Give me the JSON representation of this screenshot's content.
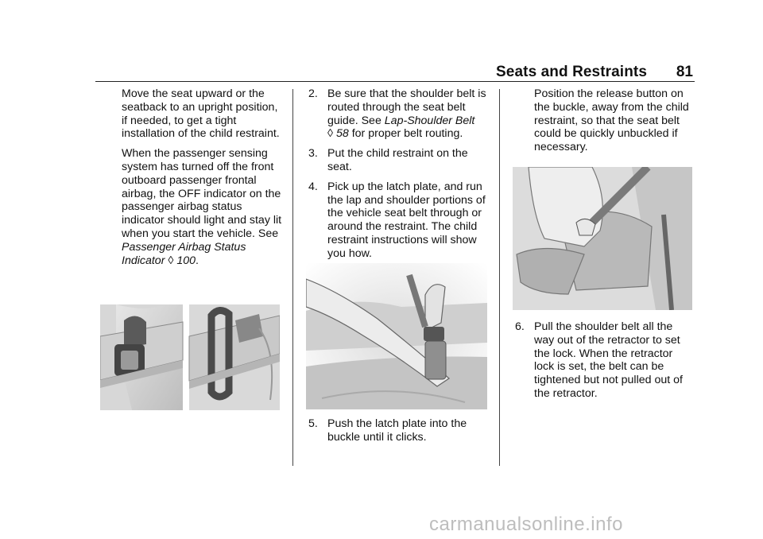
{
  "header": {
    "section_title": "Seats and Restraints",
    "page_number": "81"
  },
  "left_column": {
    "para1": "Move the seat upward or the seatback to an upright position, if needed, to get a tight installation of the child restraint.",
    "para2_text": "When the passenger sensing system has turned off the front outboard passenger frontal airbag, the OFF indicator on the passenger airbag status indicator should light and stay lit when you start the vehicle. See",
    "para2_link": "Passenger Airbag Status Indicator",
    "para2_ref_symbol": "◊",
    "para2_ref_page": "100",
    "para2_end": "."
  },
  "middle_column": {
    "step2_num": "2.",
    "step2_text": "Be sure that the shoulder belt is routed through the seat belt guide. See",
    "step2_link": "Lap-Shoulder Belt",
    "step2_ref_symbol": "◊",
    "step2_ref_page": "58",
    "step2_end": "for proper belt routing.",
    "step3_num": "3.",
    "step3_text": "Put the child restraint on the seat.",
    "step4_num": "4.",
    "step4_text": "Pick up the latch plate, and run the lap and shoulder portions of the vehicle seat belt through or around the restraint. The child restraint instructions will show you how.",
    "step5_num": "5.",
    "step5_text": "Push the latch plate into the buckle until it clicks."
  },
  "right_column": {
    "cont_text": "Position the release button on the buckle, away from the child restraint, so that the seat belt could be quickly unbuckled if necessary.",
    "step6_num": "6.",
    "step6_text": "Pull the shoulder belt all the way out of the retractor to set the lock. When the retractor lock is set, the belt can be tightened but not pulled out of the retractor."
  },
  "watermark": "carmanualsonline.info"
}
